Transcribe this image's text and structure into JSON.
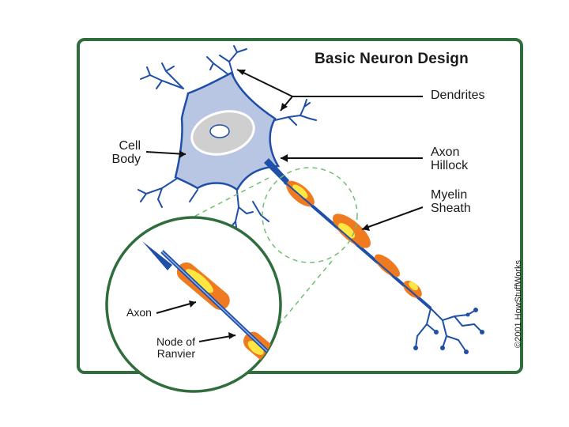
{
  "title": "Basic Neuron Design",
  "labels": {
    "dendrites": "Dendrites",
    "cell_body_line1": "Cell",
    "cell_body_line2": "Body",
    "axon_hillock_line1": "Axon",
    "axon_hillock_line2": "Hillock",
    "myelin_sheath_line1": "Myelin",
    "myelin_sheath_line2": "Sheath",
    "axon": "Axon",
    "node_of_ranvier_line1": "Node of",
    "node_of_ranvier_line2": "Ranvier"
  },
  "copyright": "©2001 HowStuffWorks",
  "colors": {
    "frame": "#2f6e3c",
    "neuron_outline": "#1f4fa8",
    "cell_body_fill": "#b9c6e3",
    "nucleus": "#cfcfcf",
    "myelin_outer": "#f07a1f",
    "myelin_inner": "#ffe640",
    "zoom_guide": "#6fbf6f"
  }
}
